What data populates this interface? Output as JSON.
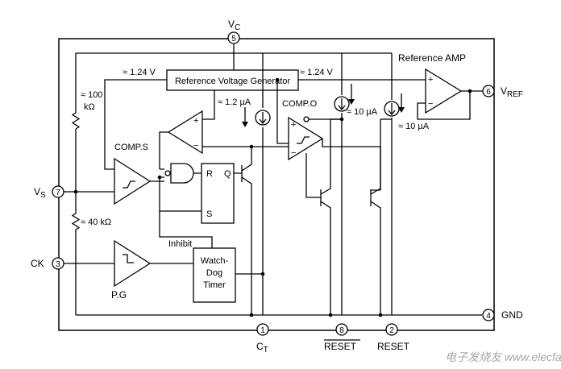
{
  "pins": {
    "vc": {
      "num": "5",
      "name": "V",
      "sub": "C"
    },
    "vref": {
      "num": "6",
      "name": "V",
      "sub": "REF"
    },
    "vs": {
      "num": "7",
      "name": "V",
      "sub": "S"
    },
    "ck": {
      "num": "3",
      "name": "CK"
    },
    "gnd": {
      "num": "4",
      "name": "GND"
    },
    "ct": {
      "num": "1",
      "name": "C",
      "sub": "T"
    },
    "resetb": {
      "num": "8",
      "name": "RESET"
    },
    "reset": {
      "num": "2",
      "name": "RESET"
    }
  },
  "blocks": {
    "ref_gen": "Reference Voltage Generator",
    "ref_amp": "Reference AMP",
    "comp_s": "COMP.S",
    "comp_o": "COMP.O",
    "pg": "P.G",
    "watchdog_1": "Watch-",
    "watchdog_2": "Dog",
    "watchdog_3": "Timer",
    "inhibit": "Inhibit",
    "ff_r": "R",
    "ff_q": "Q",
    "ff_s": "S"
  },
  "annotations": {
    "v124_left": "≈ 1.24 V",
    "v124_right": "≈ 1.24 V",
    "i12": "≈ 1.2 µA",
    "i10a": "≈ 10 µA",
    "i10b": "≈ 10 µA",
    "r100a": "≈ 100",
    "r100b": "kΩ",
    "r40": "≈ 40 kΩ",
    "plus": "+",
    "minus": "−"
  },
  "watermark": "电子发烧友 www.elecfans.com"
}
